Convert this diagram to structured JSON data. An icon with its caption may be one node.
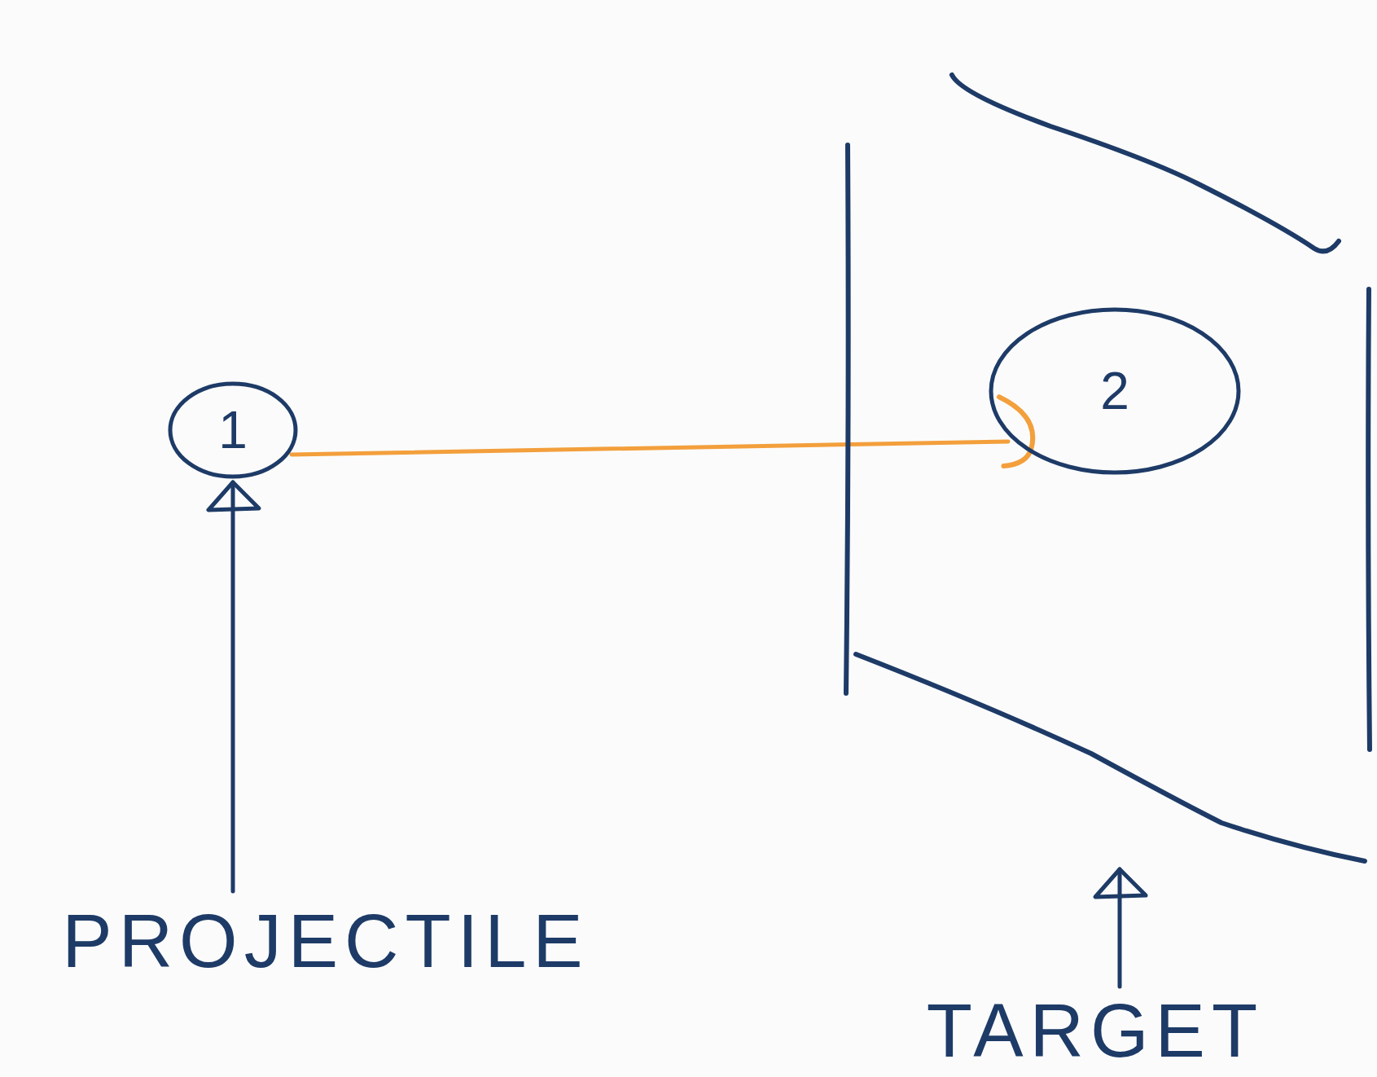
{
  "diagram": {
    "nodes": [
      {
        "text": [
          "1"
        ]
      },
      {
        "text": [],
        "shape": "box"
      },
      {
        "text": [
          "2"
        ],
        "in": 1
      },
      {
        "text": [
          "PROJECTILE"
        ]
      },
      {
        "text": [
          "TARGET"
        ]
      }
    ],
    "edges": [
      {
        "from": 0,
        "to": 2,
        "arrow": "to",
        "color": "#f3a03c"
      },
      {
        "from": 3,
        "to": 0,
        "arrow": "to"
      },
      {
        "from": 4,
        "to": 1,
        "arrow": "to"
      }
    ]
  }
}
